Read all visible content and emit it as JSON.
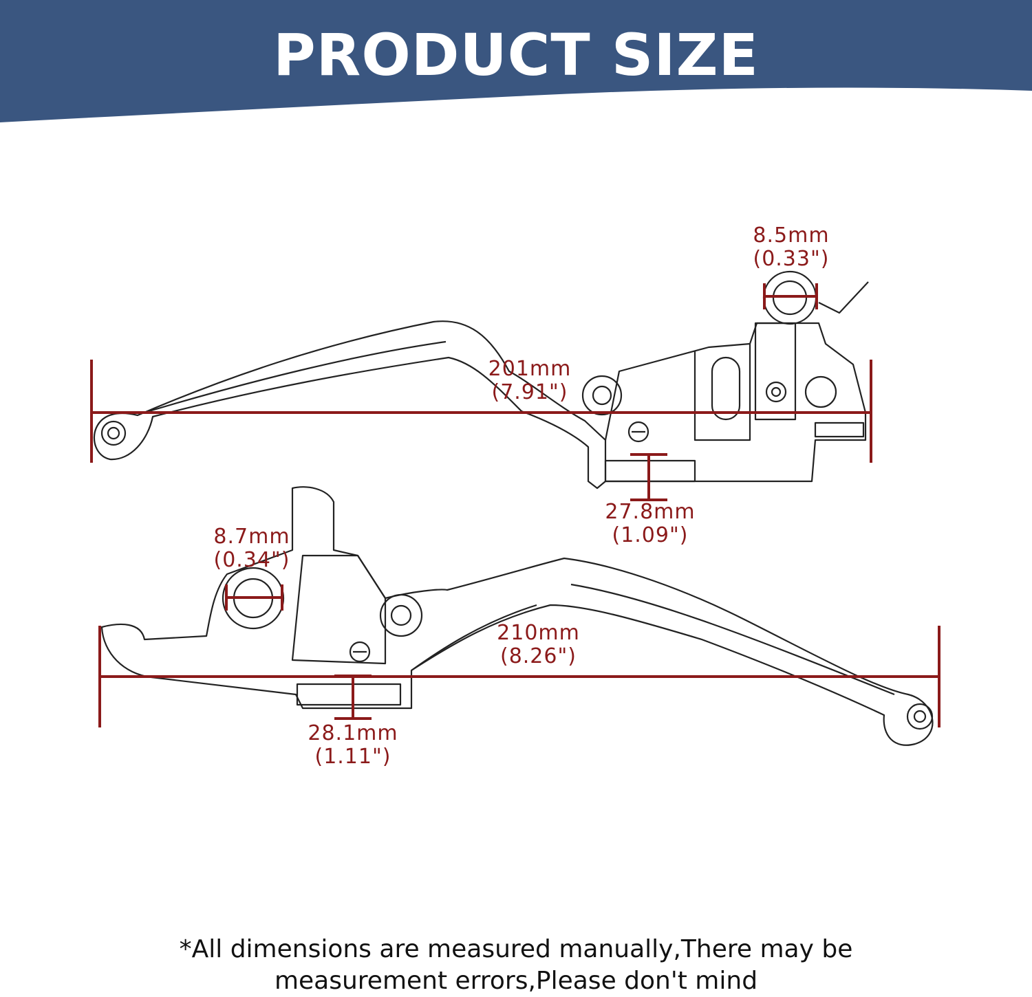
{
  "header": {
    "title": "PRODUCT SIZE",
    "bg_color": "#3a5680"
  },
  "dimension_color": "#8b1a1a",
  "levers": {
    "top": {
      "length": {
        "mm": "201mm",
        "inch": "(7.91\")"
      },
      "hole": {
        "mm": "8.5mm",
        "inch": "(0.33\")"
      },
      "slot": {
        "mm": "27.8mm",
        "inch": "(1.09\")"
      }
    },
    "bottom": {
      "length": {
        "mm": "210mm",
        "inch": "(8.26\")"
      },
      "hole": {
        "mm": "8.7mm",
        "inch": "(0.34\")"
      },
      "slot": {
        "mm": "28.1mm",
        "inch": "(1.11\")"
      }
    }
  },
  "footer": {
    "line1": "*All dimensions are measured manually,There may be",
    "line2": "measurement errors,Please don't mind"
  }
}
